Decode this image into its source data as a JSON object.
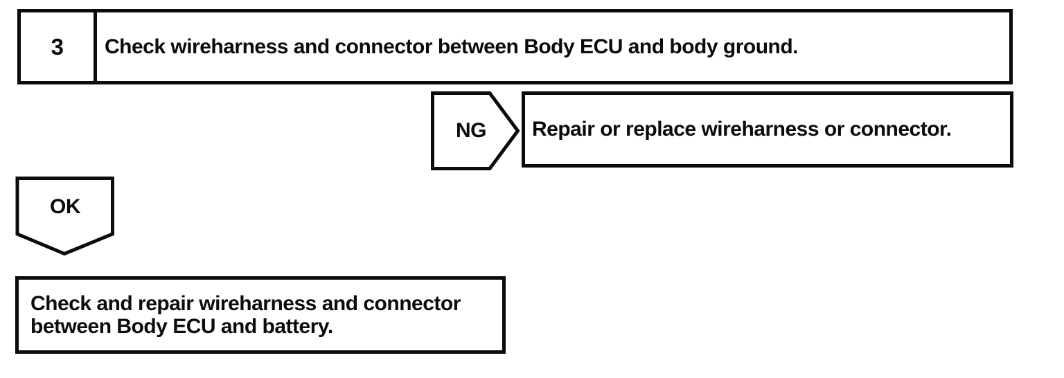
{
  "page": {
    "background_color": "#ffffff",
    "ink_color": "#0b0b0b"
  },
  "flowchart": {
    "step_box": {
      "number": "3",
      "instruction": "Check wireharness and connector between Body ECU and body ground."
    },
    "ng_branch": {
      "label": "NG",
      "action": "Repair or replace wireharness or connector."
    },
    "ok_branch": {
      "label": "OK",
      "result_lines": {
        "0": "Check and repair wireharness and connector",
        "1": "between Body ECU and battery."
      }
    }
  }
}
